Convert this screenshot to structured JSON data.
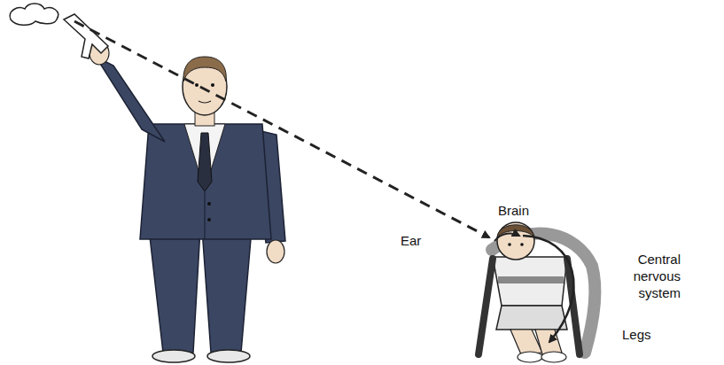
{
  "diagram": {
    "labels": [
      "Brain",
      "Ear",
      "Central nervous system",
      "Legs"
    ]
  }
}
